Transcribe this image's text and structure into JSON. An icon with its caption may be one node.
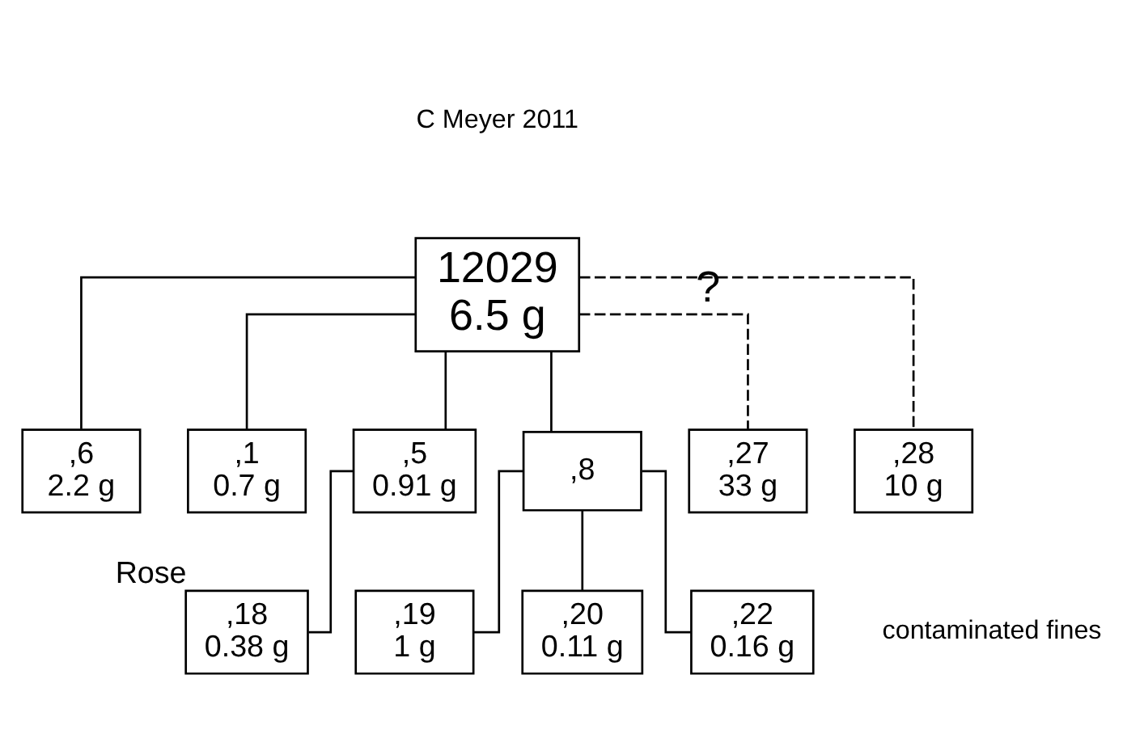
{
  "diagram": {
    "nodes": [
      {
        "text": [
          "12029",
          "6.5 g"
        ]
      },
      {
        "text": [
          ",6",
          "2.2 g"
        ]
      },
      {
        "text": [
          ",1",
          "0.7 g"
        ]
      },
      {
        "text": [
          ",5",
          "0.91 g"
        ]
      },
      {
        "text": [
          ",8"
        ]
      },
      {
        "text": [
          ",18",
          "0.38 g"
        ],
        "beside": [
          "Rose"
        ]
      },
      {
        "text": [
          ",19",
          "1 g"
        ]
      },
      {
        "text": [
          ",20",
          "0.11 g"
        ]
      },
      {
        "text": [
          ",22",
          "0.16 g"
        ]
      },
      {
        "text": [
          ",27",
          "33 g"
        ]
      },
      {
        "text": [
          ",28",
          "10 g"
        ]
      }
    ],
    "edges": [
      {
        "from": 0,
        "to": 1,
        "arrow": "none"
      },
      {
        "from": 0,
        "to": 2,
        "arrow": "none"
      },
      {
        "from": 0,
        "to": 9,
        "arrow": "none",
        "style": "dashed",
        "label": "?"
      },
      {
        "from": 0,
        "to": 10,
        "arrow": "none",
        "style": "dashed"
      },
      {
        "from": 0,
        "to": 3,
        "arrow": "none"
      },
      {
        "from": 0,
        "to": 4,
        "arrow": "none"
      },
      {
        "from": 3,
        "to": 5,
        "arrow": "none"
      },
      {
        "from": 4,
        "to": 6,
        "arrow": "none"
      },
      {
        "from": 4,
        "to": 7,
        "arrow": "none"
      },
      {
        "from": 4,
        "to": 8,
        "arrow": "none"
      }
    ],
    "labels": [
      "C Meyer 2011",
      "contaminated fines"
    ]
  }
}
